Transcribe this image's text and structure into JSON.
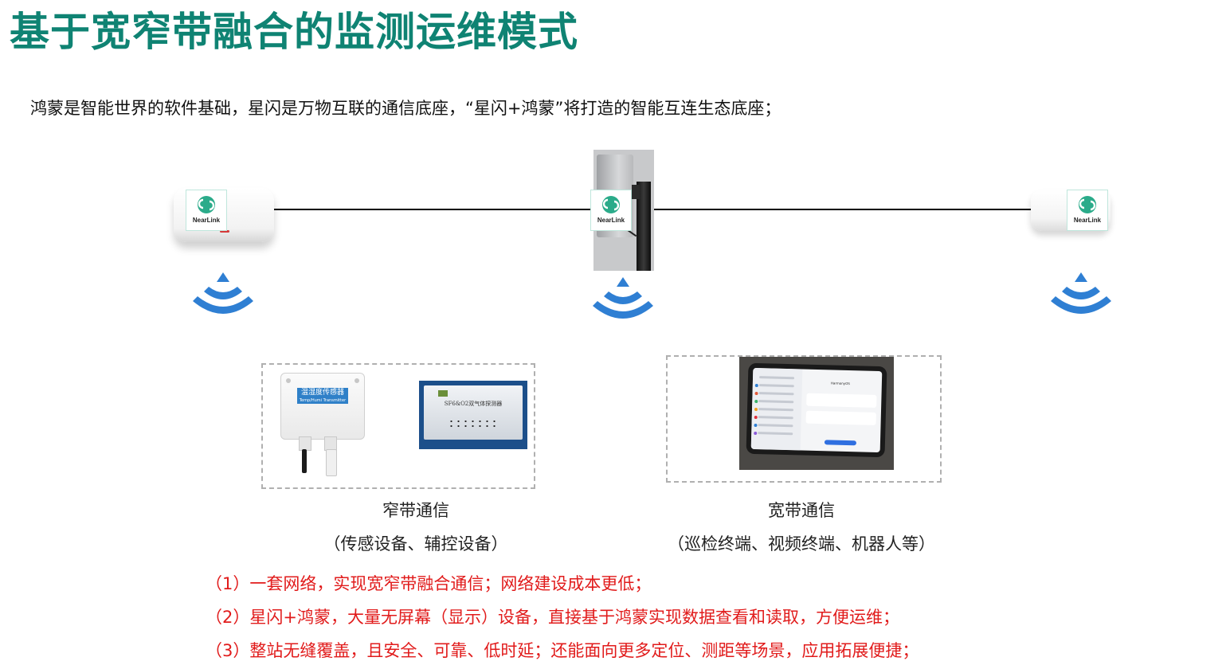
{
  "title": "基于宽窄带融合的监测运维模式",
  "intro": "鸿蒙是智能世界的软件基础，星闪是万物互联的通信底座，“星闪+鸿蒙”将打造的智能互连生态底座；",
  "logo_text": "NearLink",
  "sensor_label": "温湿度传感器",
  "sensor_sublabel": "Temp/Humi Transmitter",
  "gas_detector_label": "SF6&O2双气体探测器",
  "tablet_os": "HarmonyOS",
  "narrowband": {
    "title": "窄带通信",
    "subtitle": "（传感设备、辅控设备）"
  },
  "broadband": {
    "title": "宽带通信",
    "subtitle": "（巡检终端、视频终端、机器人等）"
  },
  "points": [
    "（1）一套网络，实现宽窄带融合通信；网络建设成本更低；",
    "（2）星闪+鸿蒙，大量无屏幕（显示）设备，直接基于鸿蒙实现数据查看和读取，方便运维；",
    "（3）整站无缝覆盖，且安全、可靠、低时延；还能面向更多定位、测距等场景，应用拓展便捷；"
  ],
  "colors": {
    "title": "#0f8373",
    "points": "#e11b1b",
    "wifi": "#2f7fd3",
    "logo_green": "#2bab8a"
  }
}
